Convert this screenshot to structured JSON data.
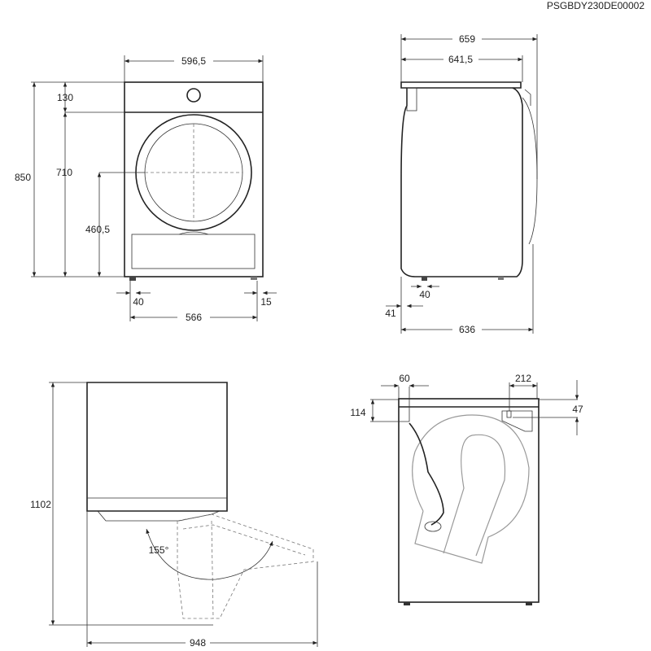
{
  "document_code": "PSGBDY230DE00002",
  "front_view": {
    "width": "596,5",
    "height": "850",
    "top_panel": "130",
    "below_panel": "710",
    "door_center_height": "460,5",
    "foot_left_offset": "40",
    "foot_right_offset": "15",
    "feet_span": "566"
  },
  "side_view": {
    "depth_total": "659",
    "depth_body": "641,5",
    "foot_offset": "40",
    "rear_offset": "41",
    "depth_base": "636"
  },
  "door_open_view": {
    "height": "1102",
    "depth_open": "948",
    "angle": "155°"
  },
  "rear_view": {
    "hose_offset": "60",
    "outlet_offset": "212",
    "hose_height": "114",
    "outlet_height": "47"
  }
}
